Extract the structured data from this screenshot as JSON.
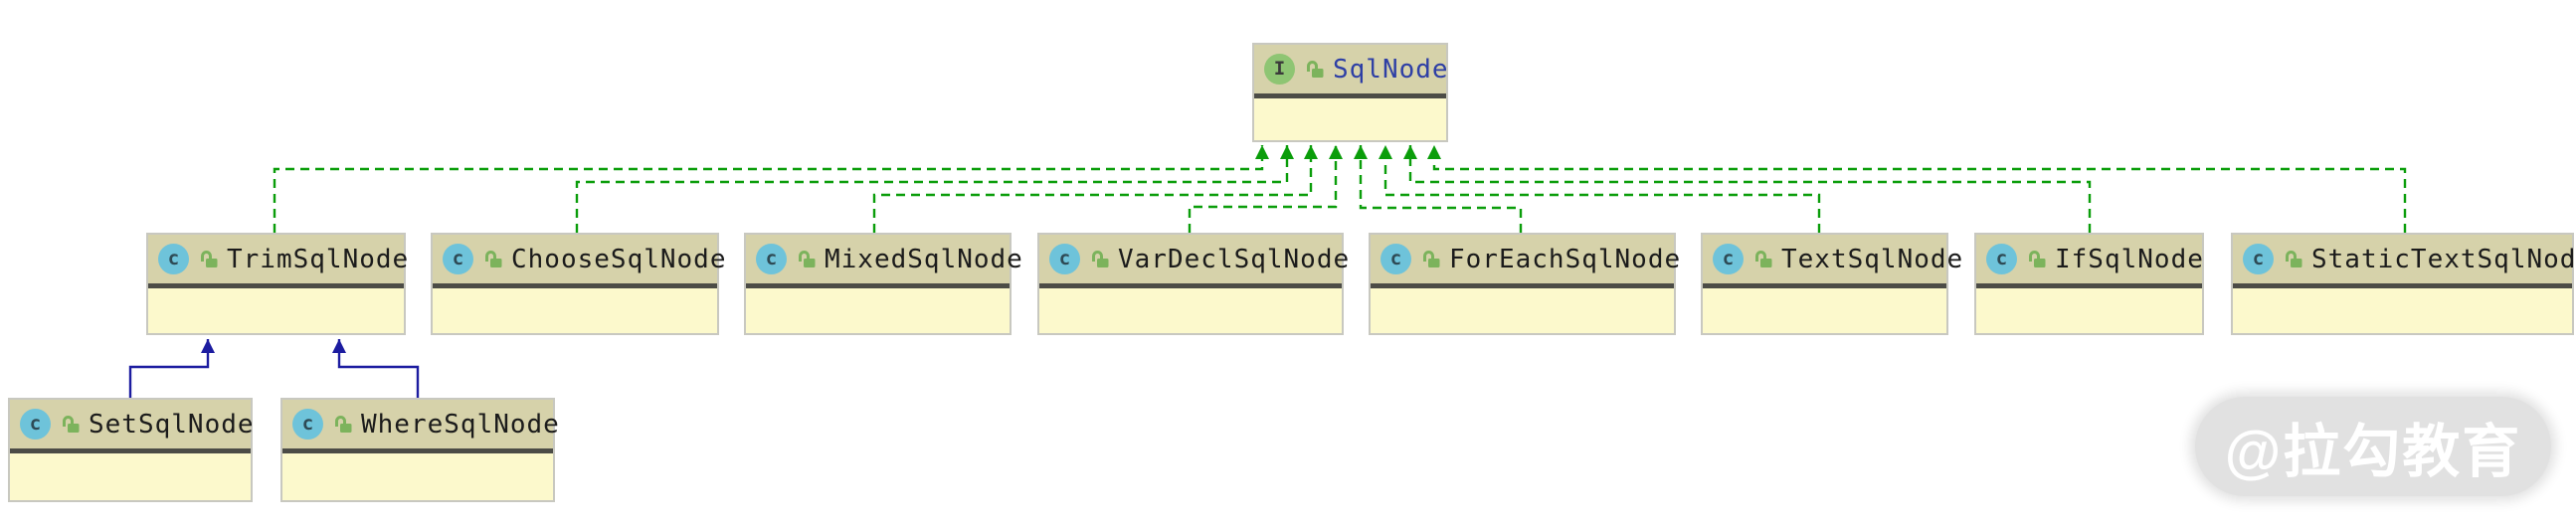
{
  "diagram": {
    "nodes": [
      {
        "id": "sqlnode",
        "label": "SqlNode",
        "kind": "interface",
        "icon_letter": "I",
        "lock": "unlocked"
      },
      {
        "id": "trim",
        "label": "TrimSqlNode",
        "kind": "class",
        "icon_letter": "c",
        "lock": "unlocked"
      },
      {
        "id": "choose",
        "label": "ChooseSqlNode",
        "kind": "class",
        "icon_letter": "c",
        "lock": "unlocked"
      },
      {
        "id": "mixed",
        "label": "MixedSqlNode",
        "kind": "class",
        "icon_letter": "c",
        "lock": "unlocked"
      },
      {
        "id": "vardecl",
        "label": "VarDeclSqlNode",
        "kind": "class",
        "icon_letter": "c",
        "lock": "unlocked"
      },
      {
        "id": "foreach",
        "label": "ForEachSqlNode",
        "kind": "class",
        "icon_letter": "c",
        "lock": "unlocked"
      },
      {
        "id": "text",
        "label": "TextSqlNode",
        "kind": "class",
        "icon_letter": "c",
        "lock": "unlocked"
      },
      {
        "id": "if",
        "label": "IfSqlNode",
        "kind": "class",
        "icon_letter": "c",
        "lock": "unlocked"
      },
      {
        "id": "statictext",
        "label": "StaticTextSqlNode",
        "kind": "class",
        "icon_letter": "c",
        "lock": "unlocked"
      },
      {
        "id": "set",
        "label": "SetSqlNode",
        "kind": "class",
        "icon_letter": "c",
        "lock": "unlocked"
      },
      {
        "id": "where",
        "label": "WhereSqlNode",
        "kind": "class",
        "icon_letter": "c",
        "lock": "unlocked"
      }
    ],
    "edges": [
      {
        "from": "TrimSqlNode",
        "to": "SqlNode",
        "type": "implements"
      },
      {
        "from": "ChooseSqlNode",
        "to": "SqlNode",
        "type": "implements"
      },
      {
        "from": "MixedSqlNode",
        "to": "SqlNode",
        "type": "implements"
      },
      {
        "from": "VarDeclSqlNode",
        "to": "SqlNode",
        "type": "implements"
      },
      {
        "from": "ForEachSqlNode",
        "to": "SqlNode",
        "type": "implements"
      },
      {
        "from": "TextSqlNode",
        "to": "SqlNode",
        "type": "implements"
      },
      {
        "from": "IfSqlNode",
        "to": "SqlNode",
        "type": "implements"
      },
      {
        "from": "StaticTextSqlNode",
        "to": "SqlNode",
        "type": "implements"
      },
      {
        "from": "SetSqlNode",
        "to": "TrimSqlNode",
        "type": "extends"
      },
      {
        "from": "WhereSqlNode",
        "to": "TrimSqlNode",
        "type": "extends"
      }
    ]
  },
  "watermark": {
    "text": "@拉勾教育"
  },
  "colors": {
    "edge_implements": "#0a9d0a",
    "edge_extends": "#1c1ca0",
    "node_header": "#d6d2aa",
    "node_body": "#fcf9cc",
    "node_border": "#c8c8c0",
    "node_separator": "#4c4c46",
    "icon_class": "#6ec3da",
    "icon_interface": "#8ec573",
    "icon_lock": "#7cb35c",
    "label_class": "#1b1b1b",
    "label_interface": "#2e3fa5",
    "watermark_bg": "#e1e1e1",
    "watermark_text": "#ffffff"
  }
}
